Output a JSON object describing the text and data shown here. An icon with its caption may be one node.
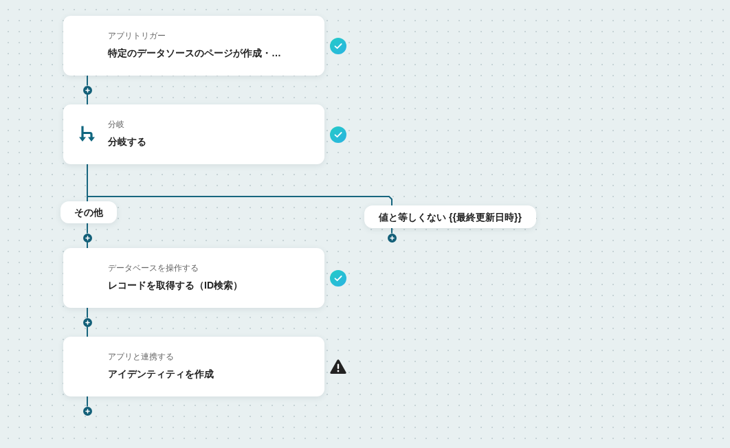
{
  "diagram": {
    "nodes": [
      {
        "text": [
          "アプリトリガー",
          "特定のデータソースのページが作成・…"
        ]
      },
      {
        "text": [],
        "shape": "circle"
      },
      {
        "text": [
          "分岐",
          "分岐する"
        ]
      },
      {
        "text": [
          "その他"
        ]
      },
      {
        "text": [
          "値と等しくない {{最終更新日時}}"
        ]
      },
      {
        "text": [],
        "shape": "circle"
      },
      {
        "text": [],
        "shape": "circle"
      },
      {
        "text": [
          "データベースを操作する",
          "レコードを取得する（ID検索）"
        ]
      },
      {
        "text": [],
        "shape": "circle"
      },
      {
        "text": [
          "アプリと連携する",
          "アイデンティティを作成"
        ]
      },
      {
        "text": [],
        "shape": "circle"
      }
    ],
    "edges": [
      {
        "from": 0,
        "to": 1,
        "arrow": "none"
      },
      {
        "from": 1,
        "to": 2,
        "arrow": "none"
      },
      {
        "from": 2,
        "to": 3,
        "arrow": "none"
      },
      {
        "from": 2,
        "to": 4,
        "arrow": "none"
      },
      {
        "from": 3,
        "to": 5,
        "arrow": "none"
      },
      {
        "from": 4,
        "to": 6,
        "arrow": "none"
      },
      {
        "from": 5,
        "to": 7,
        "arrow": "none"
      },
      {
        "from": 7,
        "to": 8,
        "arrow": "none"
      },
      {
        "from": 8,
        "to": 9,
        "arrow": "none"
      },
      {
        "from": 9,
        "to": 10,
        "arrow": "none"
      }
    ]
  }
}
